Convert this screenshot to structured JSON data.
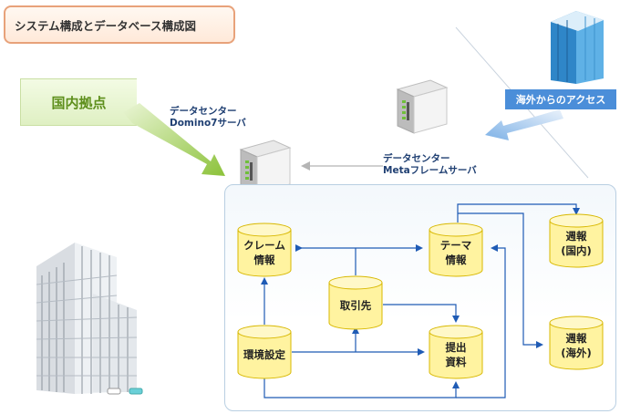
{
  "title": "システム構成とデータベース構成図",
  "hq_label": "国内拠点",
  "domino_server": {
    "line1": "データセンター",
    "line2": "Domino7サーバ"
  },
  "meta_server": {
    "line1": "データセンター",
    "line2": "Metaフレームサーバ"
  },
  "overseas_access": "海外からのアクセス",
  "databases": {
    "claim": {
      "line1": "クレーム",
      "line2": "情報"
    },
    "theme": {
      "line1": "テーマ",
      "line2": "情報"
    },
    "weekly_domestic": {
      "line1": "週報",
      "line2": "(国内)"
    },
    "client": {
      "line1": "取引先",
      "line2": ""
    },
    "environment": {
      "line1": "環境設定",
      "line2": ""
    },
    "submission": {
      "line1": "提出",
      "line2": "資料"
    },
    "weekly_overseas": {
      "line1": "週報",
      "line2": "(海外)"
    }
  },
  "colors": {
    "arrow_blue": "#1f5bb5",
    "db_fill": "#fff3a0",
    "db_stroke": "#d8b800",
    "access_blue": "#4b8ed9",
    "hq_green": "#7fb227"
  }
}
